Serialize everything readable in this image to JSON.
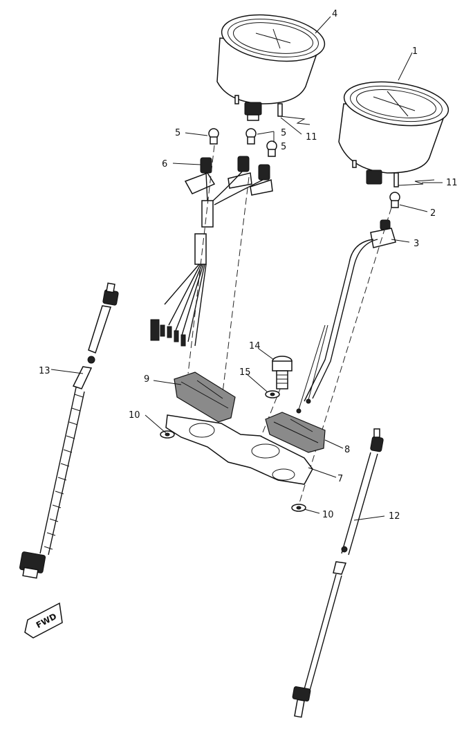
{
  "callouts": [
    "1",
    "2",
    "3",
    "4",
    "5",
    "5",
    "5",
    "6",
    "7",
    "8",
    "9",
    "10",
    "10",
    "11",
    "11",
    "12",
    "13",
    "14",
    "15"
  ],
  "direction_marker": "FWD"
}
